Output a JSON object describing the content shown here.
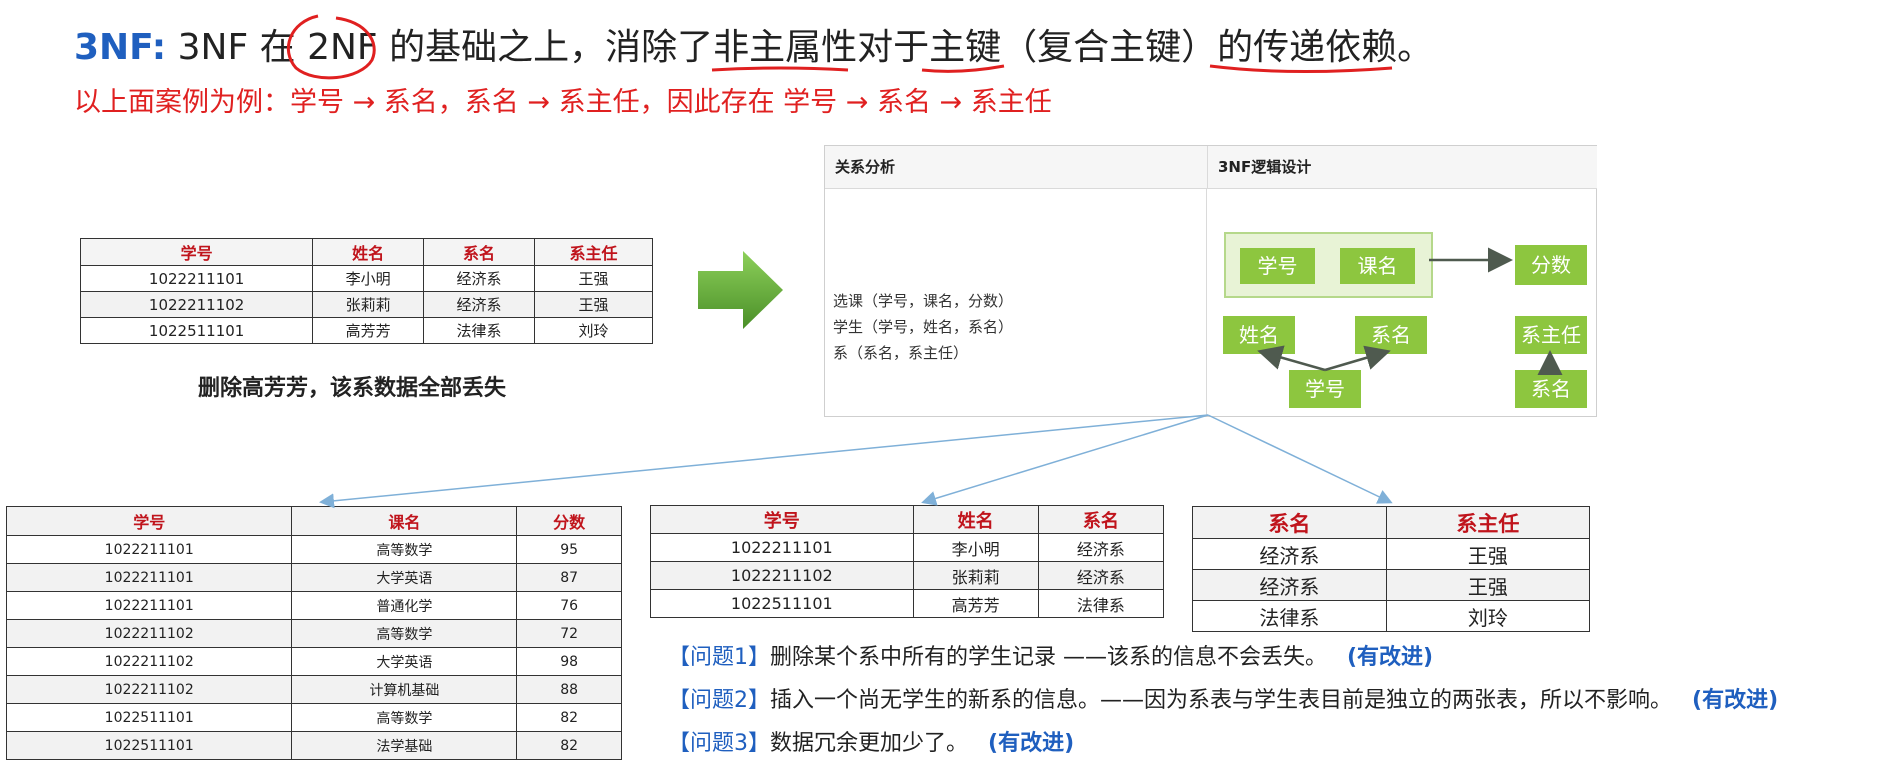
{
  "title": {
    "prefix": "3NF:",
    "text_a": " 3NF 在 ",
    "circled": "2NF",
    "text_b": " 的基础之上，消除了",
    "u1": "非主属性",
    "text_c": "对于",
    "u2": "主键",
    "text_d": "（复合主键）",
    "u3": "的传递依赖",
    "text_e": "。"
  },
  "subtitle": "以上面案例为例：学号 → 系名，系名 → 系主任，因此存在 学号 → 系名 → 系主任",
  "original_table": {
    "headers": [
      "学号",
      "姓名",
      "系名",
      "系主任"
    ],
    "rows": [
      [
        "1022211101",
        "李小明",
        "经济系",
        "王强"
      ],
      [
        "1022211102",
        "张莉莉",
        "经济系",
        "王强"
      ],
      [
        "1022511101",
        "高芳芳",
        "法律系",
        "刘玲"
      ]
    ]
  },
  "caption": "删除高芳芳，该系数据全部丢失",
  "panel": {
    "header_left": "关系分析",
    "header_right": "3NF逻辑设计",
    "analysis_lines": [
      "选课（学号，课名，分数）",
      "学生（学号，姓名，系名）",
      "系（系名，系主任）"
    ],
    "boxes": {
      "xuehao1": "学号",
      "kecheng": "课名",
      "fenshu": "分数",
      "xingming": "姓名",
      "ximing1": "系名",
      "xuehao2": "学号",
      "xizhuren": "系主任",
      "ximing2": "系名"
    }
  },
  "score_table": {
    "headers": [
      "学号",
      "课名",
      "分数"
    ],
    "rows": [
      [
        "1022211101",
        "高等数学",
        "95"
      ],
      [
        "1022211101",
        "大学英语",
        "87"
      ],
      [
        "1022211101",
        "普通化学",
        "76"
      ],
      [
        "1022211102",
        "高等数学",
        "72"
      ],
      [
        "1022211102",
        "大学英语",
        "98"
      ],
      [
        "1022211102",
        "计算机基础",
        "88"
      ],
      [
        "1022511101",
        "高等数学",
        "82"
      ],
      [
        "1022511101",
        "法学基础",
        "82"
      ]
    ]
  },
  "student_table": {
    "headers": [
      "学号",
      "姓名",
      "系名"
    ],
    "rows": [
      [
        "1022211101",
        "李小明",
        "经济系"
      ],
      [
        "1022211102",
        "张莉莉",
        "经济系"
      ],
      [
        "1022511101",
        "高芳芳",
        "法律系"
      ]
    ]
  },
  "dept_table": {
    "headers": [
      "系名",
      "系主任"
    ],
    "rows": [
      [
        "经济系",
        "王强"
      ],
      [
        "经济系",
        "王强"
      ],
      [
        "法律系",
        "刘玲"
      ]
    ]
  },
  "problems": [
    {
      "tag": "【问题1】",
      "text": "删除某个系中所有的学生记录 ——该系的信息不会丢失。",
      "note": "(有改进)"
    },
    {
      "tag": "【问题2】",
      "text": "插入一个尚无学生的新系的信息。——因为系表与学生表目前是独立的两张表，所以不影响。",
      "note": "(有改进)"
    },
    {
      "tag": "【问题3】",
      "text": "数据冗余更加少了。",
      "note": "(有改进)"
    }
  ],
  "colors": {
    "accent_blue": "#1f5fbf",
    "accent_red": "#e02020",
    "box_green": "#8dc63f",
    "arrow_green": "#5ea332"
  }
}
